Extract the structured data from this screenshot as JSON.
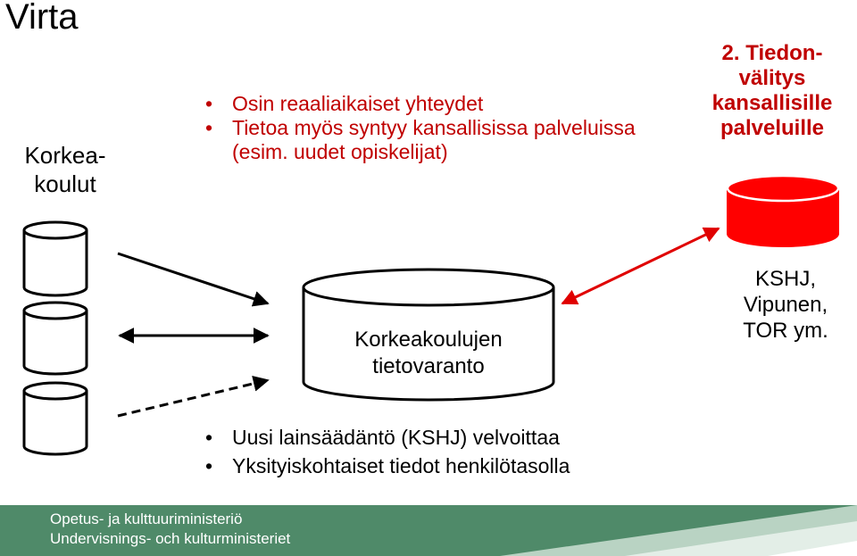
{
  "title": "Virta",
  "left_label": [
    "Korkea-",
    "koulut"
  ],
  "top_bullets": [
    "Osin reaaliaikaiset yhteydet",
    "Tietoa myös syntyy kansallisissa palveluissa (esim. uudet opiskelijat)"
  ],
  "right_heading": [
    "2. Tiedon-",
    "välitys",
    "kansallisille",
    "palveluille"
  ],
  "center_label": [
    "Korkeakoulujen",
    "tietovaranto"
  ],
  "right_caption": [
    "KSHJ,",
    "Vipunen,",
    "TOR ym."
  ],
  "bottom_bullets": [
    "Uusi lainsäädäntö (KSHJ) velvoittaa",
    "Yksityiskohtaiset tiedot henkilötasolla"
  ],
  "footer": {
    "line1": "Opetus- ja kulttuuriministeriö",
    "line2": "Undervisnings- och kulturministeriet"
  },
  "colors": {
    "accent_red": "#c00000",
    "database_red": "#ff0000",
    "footer_green": "#4f8a69"
  }
}
